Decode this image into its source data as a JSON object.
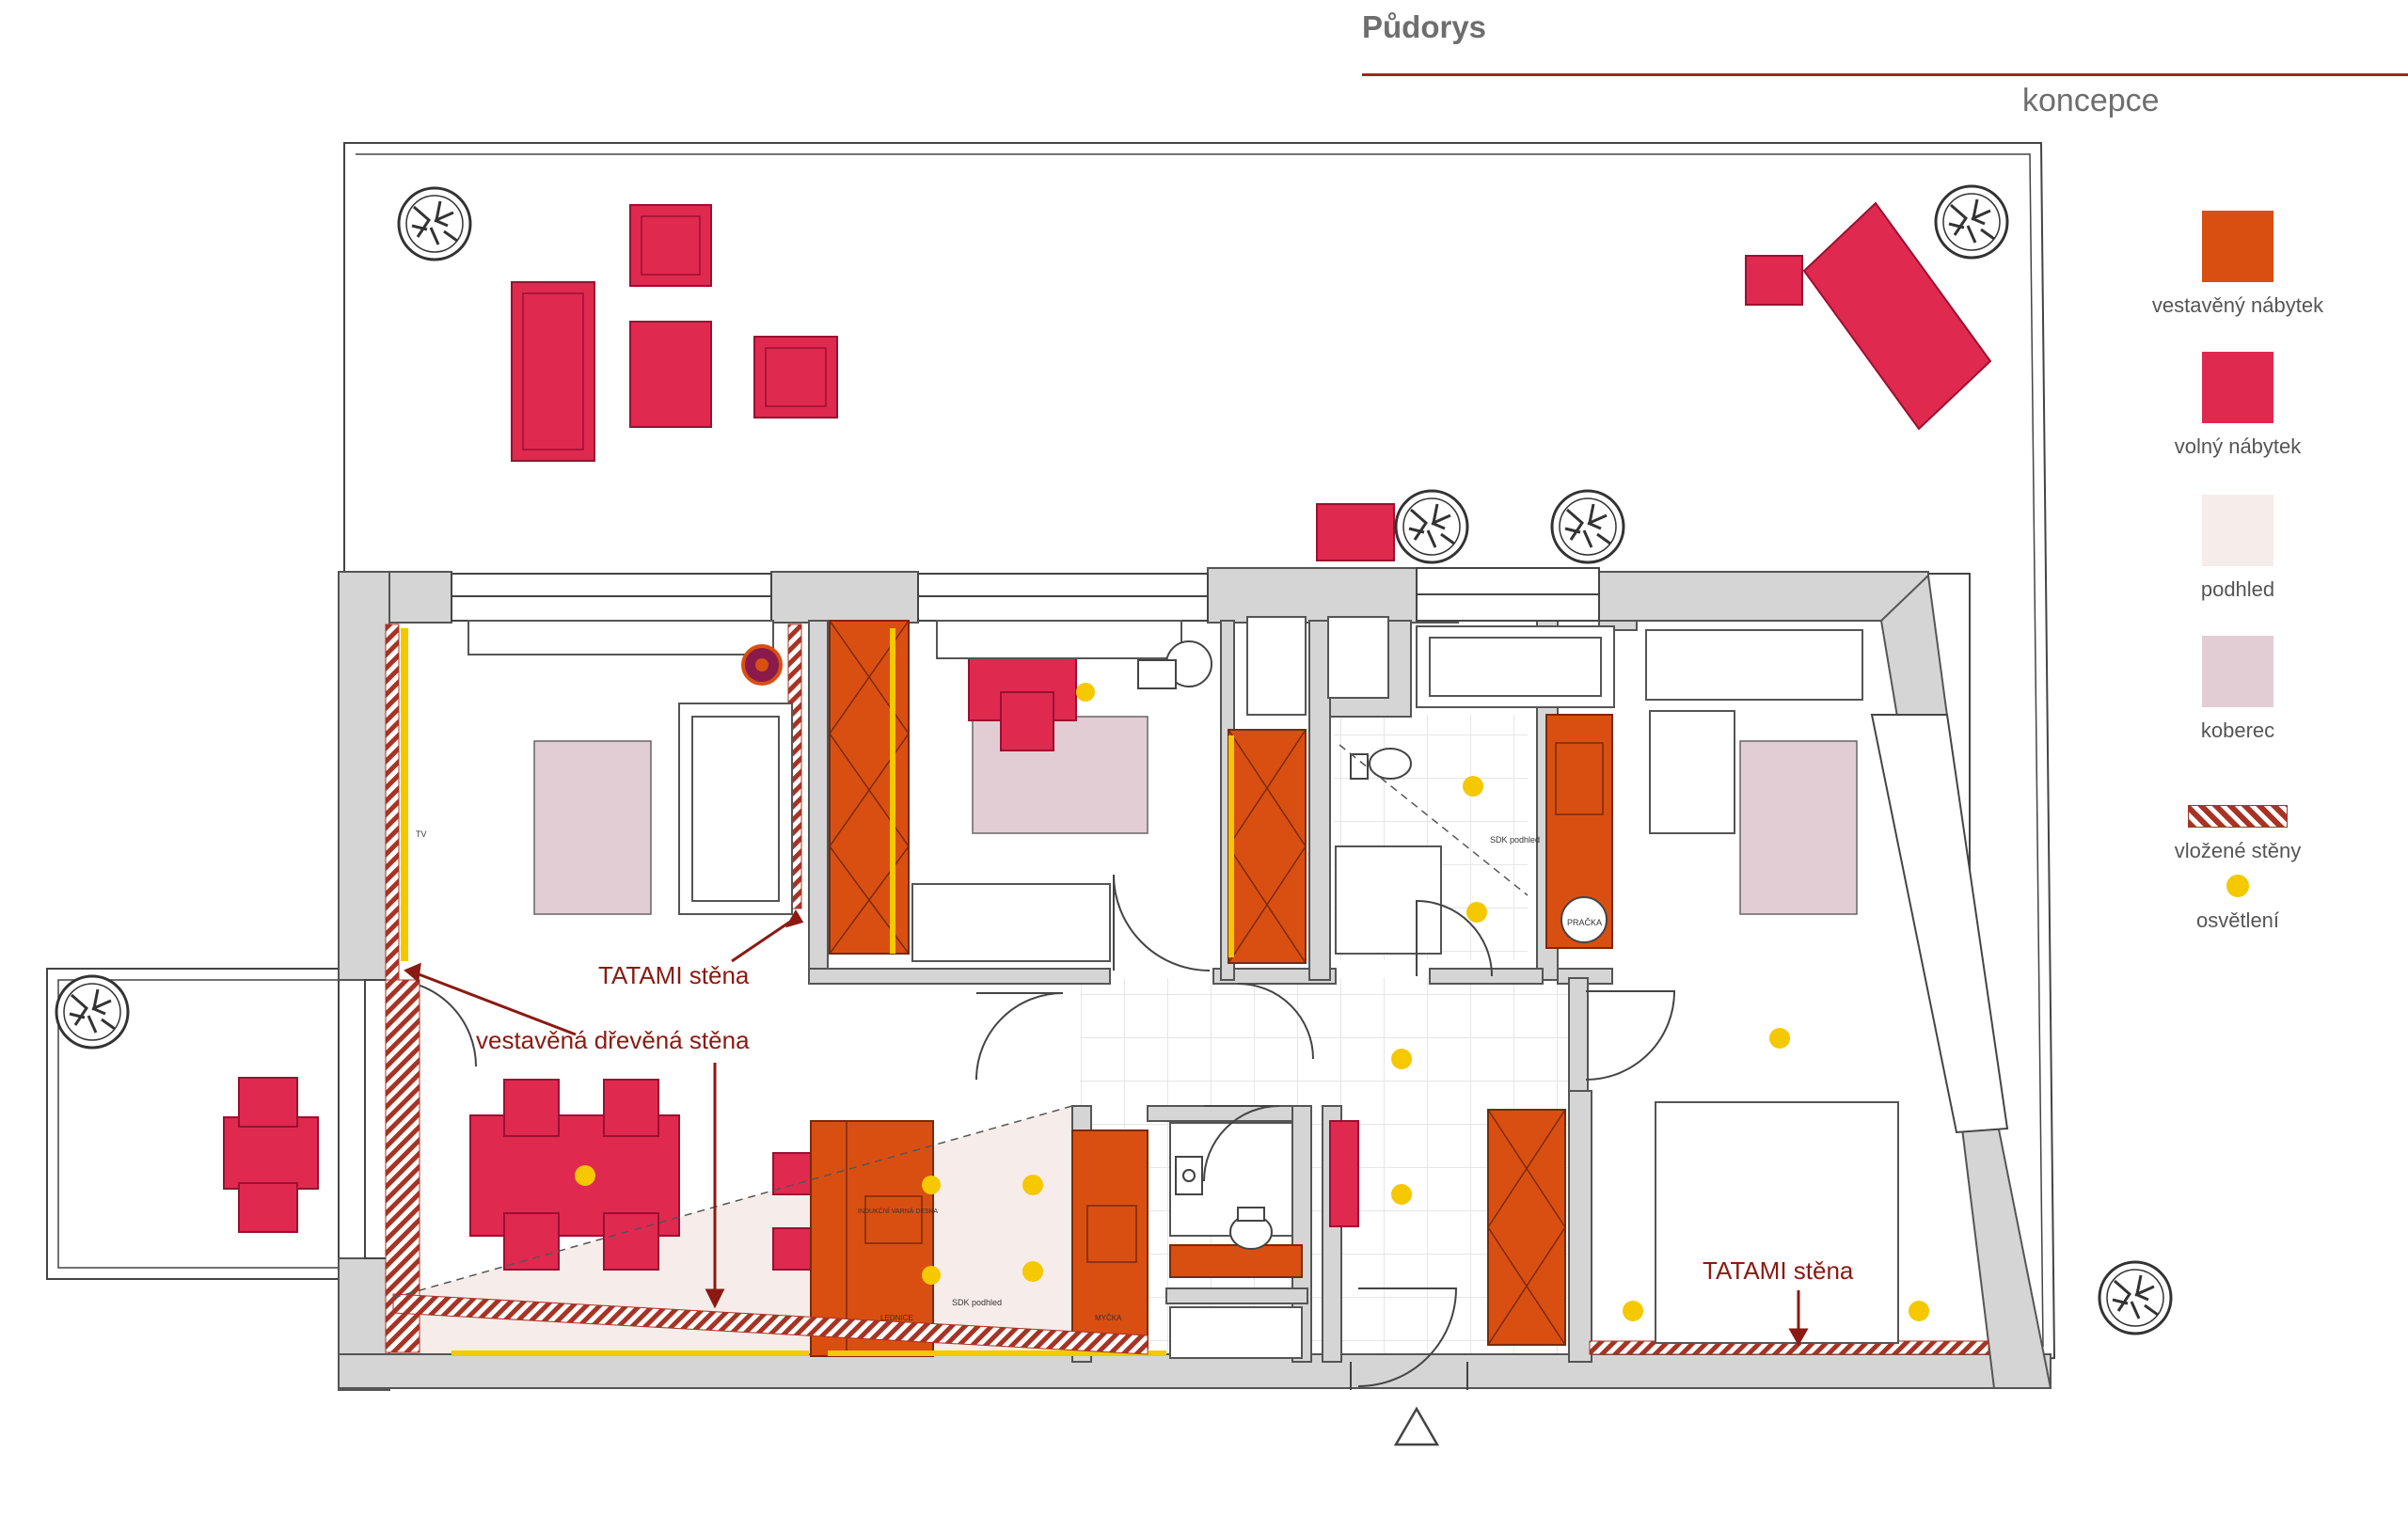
{
  "header": {
    "title": "Půdorys",
    "subtitle": "koncepce"
  },
  "legend": [
    {
      "label": "vestavěný nábytek",
      "color": "#d94f12",
      "kind": "swatch"
    },
    {
      "label": "volný nábytek",
      "color": "#e0294f",
      "kind": "swatch"
    },
    {
      "label": "podhled",
      "color": "#f6ece9",
      "kind": "swatch"
    },
    {
      "label": "koberec",
      "color": "#e3cdd5",
      "kind": "swatch"
    },
    {
      "label": "vložené stěny",
      "color": "#a83324",
      "kind": "hatch"
    },
    {
      "label": "osvětlení",
      "color": "#f5c800",
      "kind": "dot"
    }
  ],
  "annotations": {
    "tatami_top": "TATAMI stěna",
    "wood_wall": "vestavěná dřevěná stěna",
    "tatami_bottom": "TATAMI stěna"
  },
  "small_labels": {
    "tv": "TV",
    "sdk_bath": "SDK podhled",
    "sdk_kitchen": "SDK podhled",
    "washer": "PRAČKA",
    "hob": "INDUKČNÍ VARNÁ DESKA",
    "sink": "MYČKA",
    "fridge": "LEDNICE"
  },
  "colors": {
    "wall": "#d5d5d5",
    "wall_stroke": "#555555",
    "accent": "#9b2a1f",
    "built_in": "#d94f12",
    "loose": "#e0294f",
    "carpet": "#e3cdd5",
    "ceiling": "#f6ece9",
    "light": "#f5c800"
  }
}
